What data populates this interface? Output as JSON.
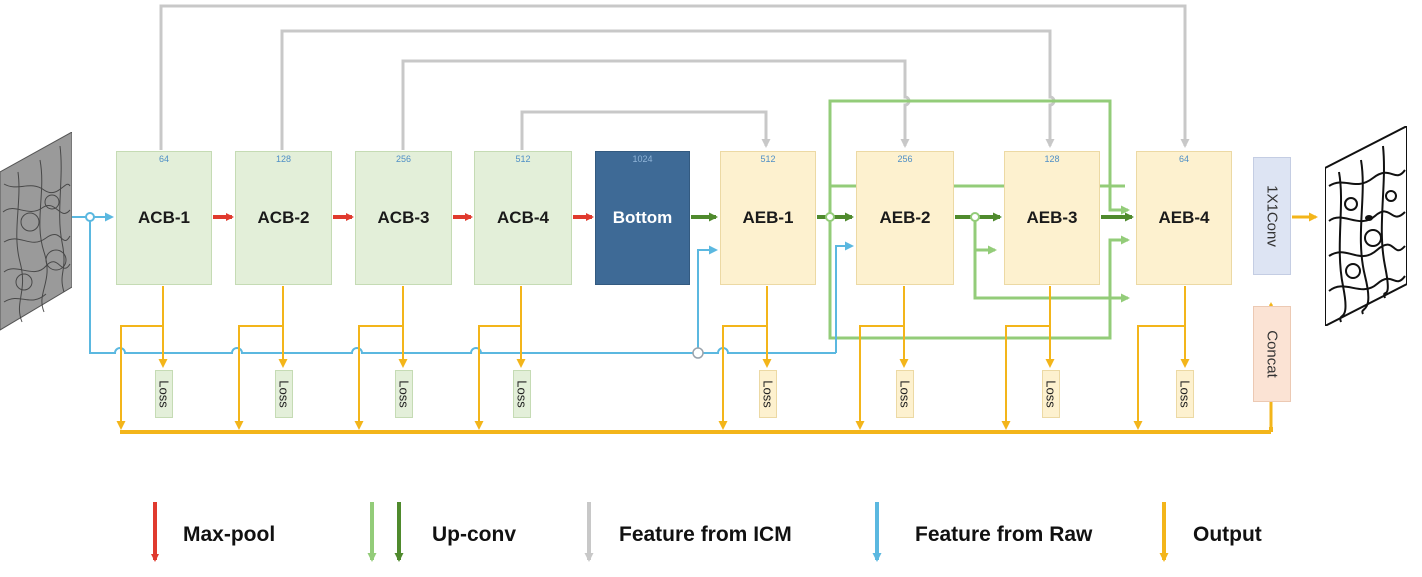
{
  "encoder_blocks": [
    {
      "label": "ACB-1",
      "channels": "64"
    },
    {
      "label": "ACB-2",
      "channels": "128"
    },
    {
      "label": "ACB-3",
      "channels": "256"
    },
    {
      "label": "ACB-4",
      "channels": "512"
    }
  ],
  "bottom_block": {
    "label": "Bottom",
    "channels": "1024"
  },
  "decoder_blocks": [
    {
      "label": "AEB-1",
      "channels": "512"
    },
    {
      "label": "AEB-2",
      "channels": "256"
    },
    {
      "label": "AEB-3",
      "channels": "128"
    },
    {
      "label": "AEB-4",
      "channels": "64"
    }
  ],
  "loss_label": "Loss",
  "conv_label": "1X1Conv",
  "concat_label": "Concat",
  "legend": {
    "max_pool": "Max-pool",
    "up_conv": "Up-conv",
    "feature_icm": "Feature from ICM",
    "feature_raw": "Feature from Raw",
    "output": "Output"
  },
  "colors": {
    "max_pool": "#e03a2e",
    "up_conv_light": "#93cc79",
    "up_conv_dark": "#4f8a2d",
    "feature_icm": "#c8c8c8",
    "feature_raw": "#5bb8e0",
    "output": "#f3b51a",
    "encoder_fill": "#e3efd9",
    "decoder_fill": "#fdf1cf",
    "bottom_fill": "#3e6a96"
  }
}
